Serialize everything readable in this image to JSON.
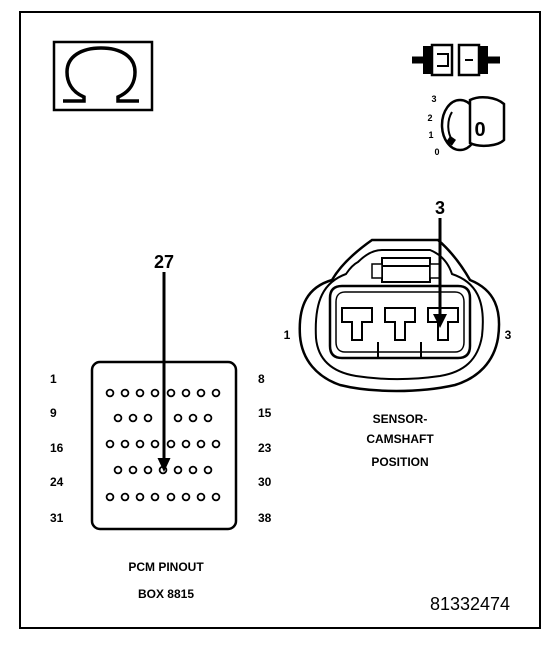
{
  "pcm": {
    "callout": "27",
    "left_labels": [
      "1",
      "9",
      "16",
      "24",
      "31"
    ],
    "right_labels": [
      "8",
      "15",
      "23",
      "30",
      "38"
    ],
    "caption_line1": "PCM PINOUT",
    "caption_line2": "BOX 8815"
  },
  "sensor": {
    "callout": "3",
    "pin_left": "1",
    "pin_right": "3",
    "caption_line1": "SENSOR-",
    "caption_line2": "CAMSHAFT",
    "caption_line3": "POSITION"
  },
  "key_icon": {
    "positions": [
      "3",
      "2",
      "1",
      "0"
    ],
    "key_label": "0"
  },
  "omega_icon": {
    "symbol": "Ω"
  },
  "figure_number": "81332474"
}
